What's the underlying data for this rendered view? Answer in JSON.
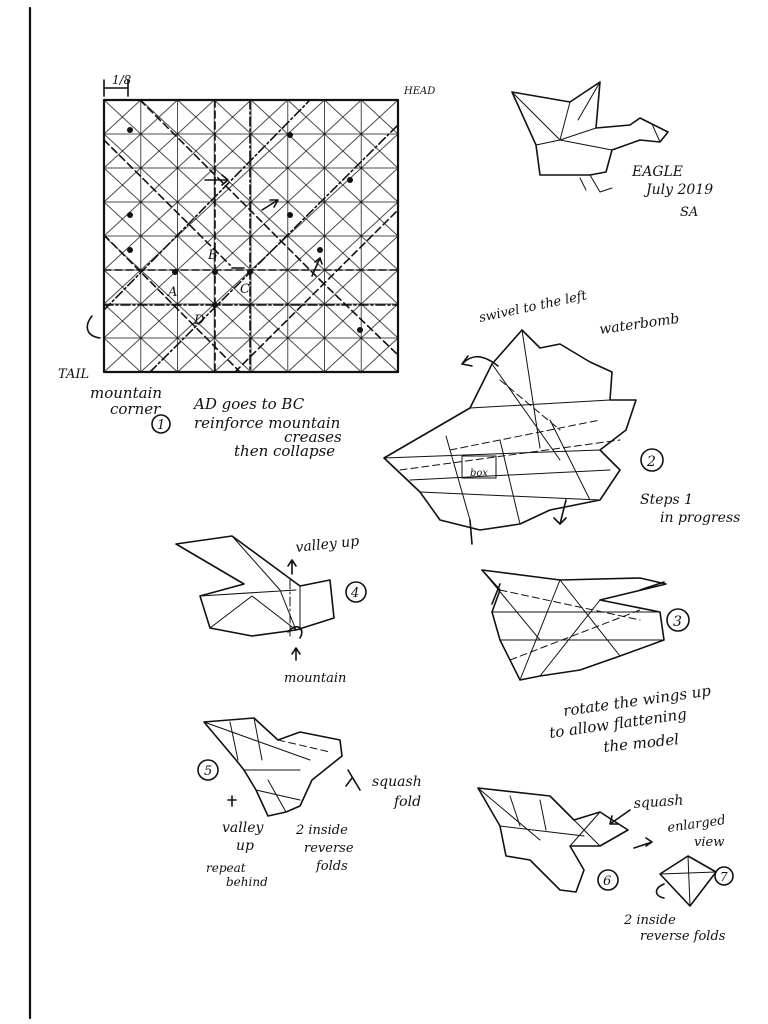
{
  "crease_pattern": {
    "fraction_label": "1/8",
    "head_label": "HEAD",
    "tail_label": "TAIL",
    "mountain_corner_line1": "mountain",
    "mountain_corner_line2": "corner",
    "points": {
      "a": "A",
      "b": "B",
      "c": "C",
      "d": "D"
    }
  },
  "eagle": {
    "name": "EAGLE",
    "date": "July 2019",
    "signature": "SA"
  },
  "steps": [
    {
      "number": "1",
      "lines": [
        "AD goes to BC",
        "reinforce mountain",
        "creases",
        "then collapse"
      ]
    },
    {
      "number": "2",
      "annotations": [
        "swivel to the left",
        "waterbomb",
        "Steps 1",
        "in progress",
        "box"
      ]
    },
    {
      "number": "3",
      "lines": [
        "rotate the wings up",
        "to allow flattening",
        "the model"
      ]
    },
    {
      "number": "4",
      "annotations": [
        "valley up",
        "mountain"
      ]
    },
    {
      "number": "5",
      "annotations": [
        "squash",
        "fold",
        "valley",
        "up",
        "repeat",
        "behind",
        "2 inside",
        "reverse",
        "folds"
      ]
    },
    {
      "number": "6",
      "annotations": [
        "squash"
      ]
    },
    {
      "number": "7",
      "annotations": [
        "enlarged",
        "view",
        "2 inside",
        "reverse folds"
      ]
    }
  ]
}
